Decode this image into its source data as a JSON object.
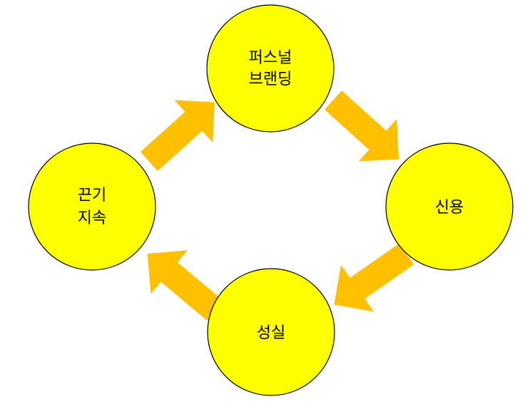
{
  "colors": {
    "node_fill": "#ffff00",
    "node_stroke": "#000000",
    "arrow_fill": "#ffc000",
    "background": "#ffffff"
  },
  "nodes": [
    {
      "id": "personal-branding",
      "lines": [
        "퍼스널",
        "브랜딩"
      ]
    },
    {
      "id": "trust",
      "lines": [
        "신용"
      ]
    },
    {
      "id": "sincerity",
      "lines": [
        "성실"
      ]
    },
    {
      "id": "persistence",
      "lines": [
        "끈기",
        "지속"
      ]
    }
  ],
  "edges": [
    {
      "from": "persistence",
      "to": "personal-branding"
    },
    {
      "from": "personal-branding",
      "to": "trust"
    },
    {
      "from": "trust",
      "to": "sincerity"
    },
    {
      "from": "sincerity",
      "to": "persistence"
    }
  ]
}
